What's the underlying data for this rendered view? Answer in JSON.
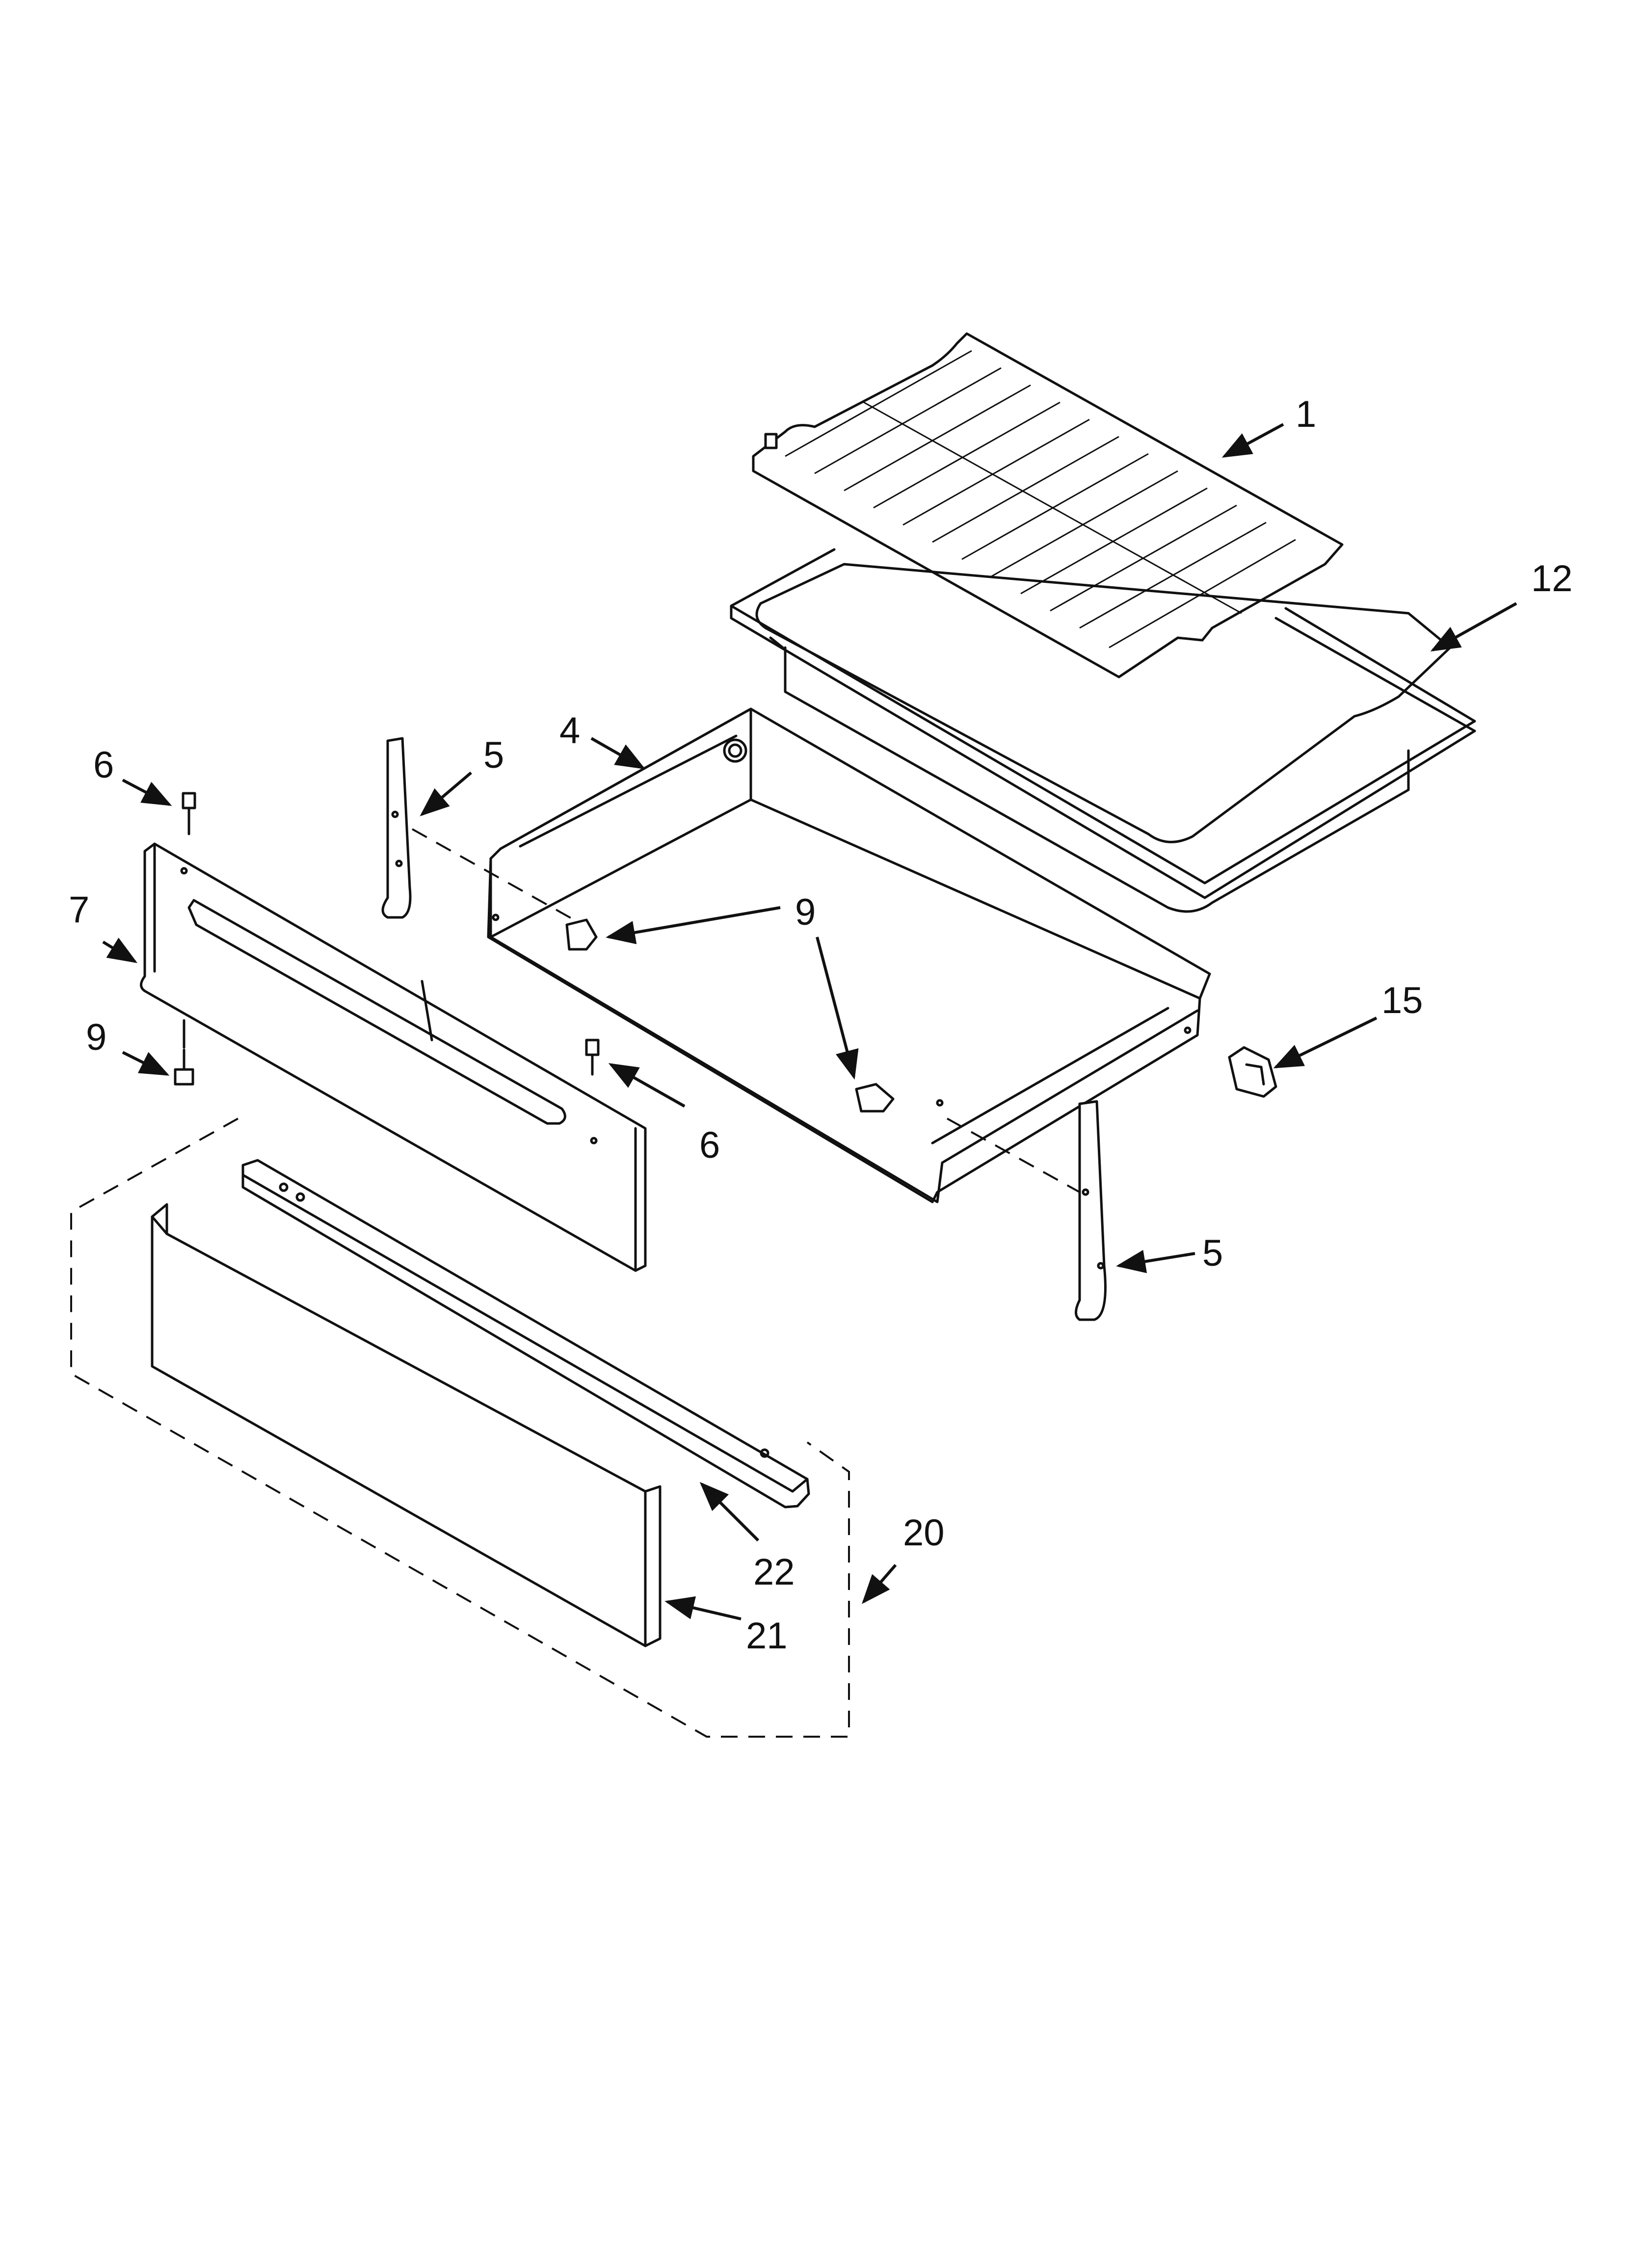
{
  "diagram": {
    "callouts": {
      "c1": "1",
      "c12": "12",
      "c4": "4",
      "c5a": "5",
      "c5b": "5",
      "c6a": "6",
      "c6b": "6",
      "c7": "7",
      "c9a": "9",
      "c9b": "9",
      "c15": "15",
      "c20": "20",
      "c21": "21",
      "c22": "22"
    }
  }
}
